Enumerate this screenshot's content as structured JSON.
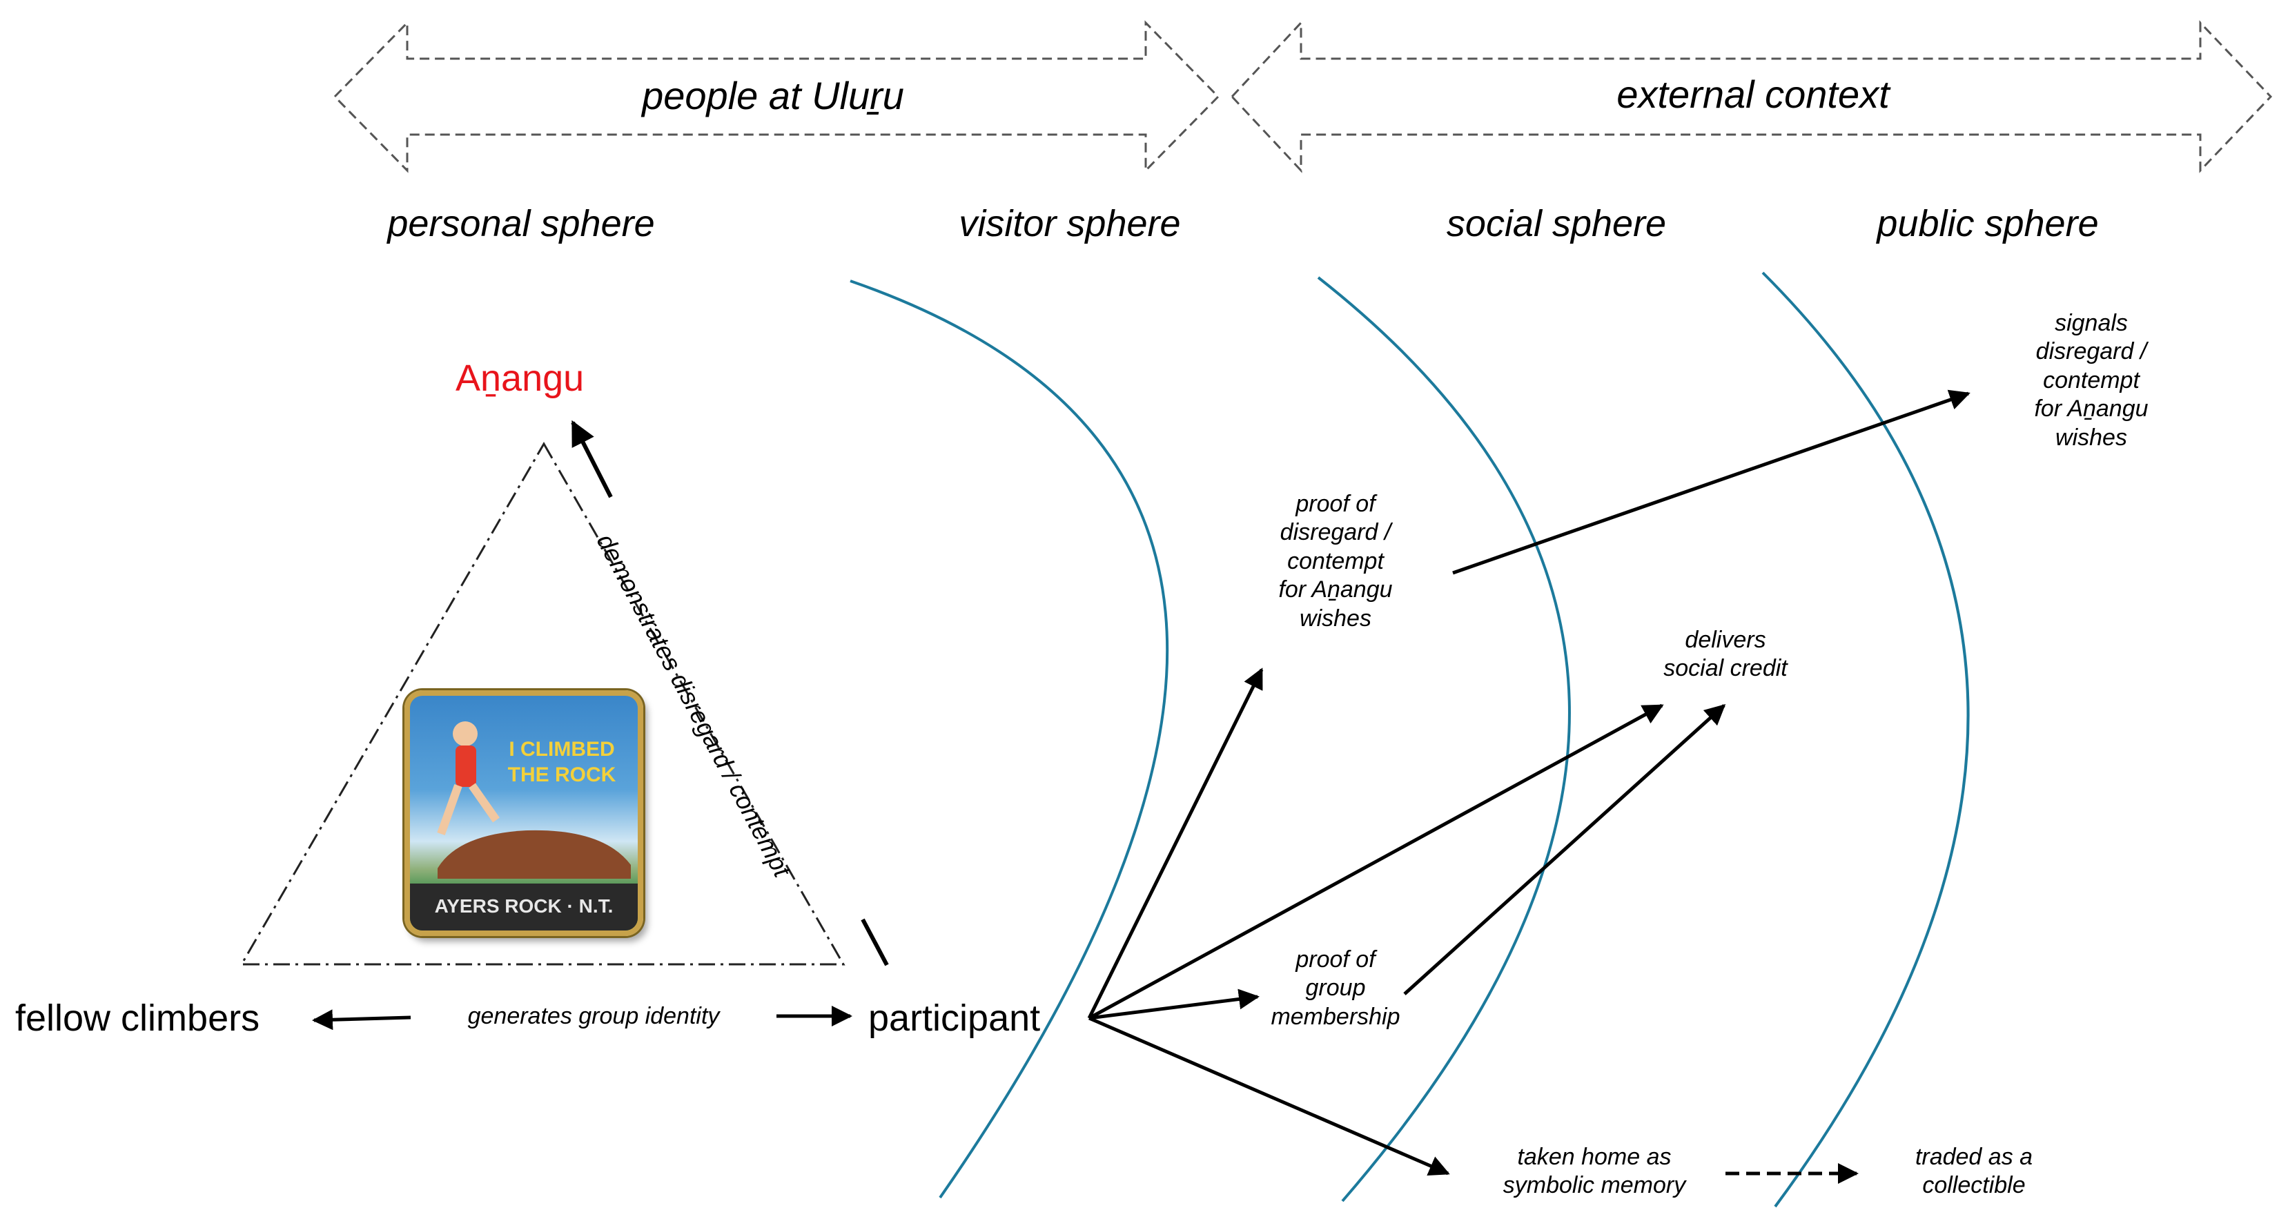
{
  "banners": {
    "people_at_uluru": "people at Uluṟu",
    "external_context": "external context"
  },
  "spheres": {
    "personal": "personal sphere",
    "visitor": "visitor sphere",
    "social": "social sphere",
    "public": "public sphere"
  },
  "nodes": {
    "anangu": "Aṉangu",
    "fellow_climbers": "fellow climbers",
    "participant": "participant"
  },
  "edge_labels": {
    "generates_group_identity": "generates group identity",
    "demonstrates_disregard": "demonstrates disregard / contempt"
  },
  "notes": {
    "proof_disregard": "proof of\ndisregard /\ncontempt\nfor Aṉangu\nwishes",
    "proof_membership": "proof of\ngroup\nmembership",
    "delivers_credit": "delivers\nsocial credit",
    "signals_disregard": "signals\ndisregard /\ncontempt\nfor Aṉangu\nwishes",
    "taken_home": "taken home as\nsymbolic memory",
    "traded": "traded as a\ncollectible"
  },
  "pin_image": {
    "top_text": "I CLIMBED\nTHE ROCK",
    "bottom_text": "AYERS ROCK · N.T."
  },
  "colors": {
    "anangu": "#e8141b",
    "sphere_boundary": "#1c7a9c",
    "arrow": "#000000",
    "banner_outline": "#555555"
  }
}
